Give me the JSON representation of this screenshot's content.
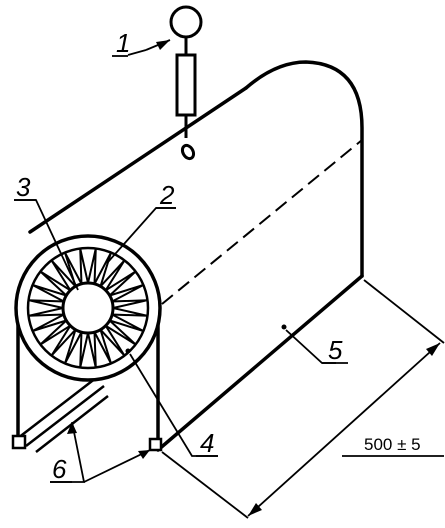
{
  "callouts": {
    "c1": "1",
    "c2": "2",
    "c3": "3",
    "c4": "4",
    "c5": "5",
    "c6": "6"
  },
  "dimension": {
    "length": "500 ± 5"
  },
  "colors": {
    "stroke": "#000000",
    "background": "#ffffff"
  }
}
